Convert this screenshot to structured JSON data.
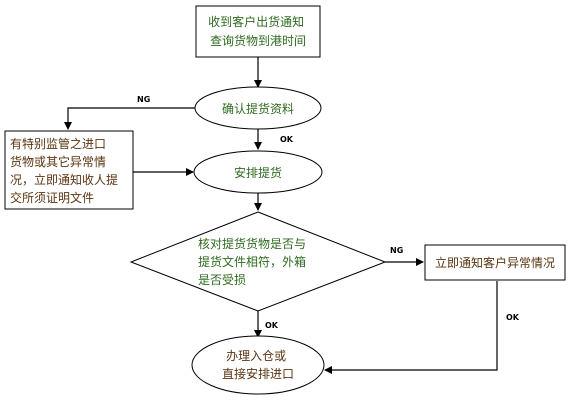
{
  "nodes": {
    "start": {
      "lines": [
        "收到客户出货通知",
        "查询货物到港时间"
      ]
    },
    "confirm_docs": {
      "lines": [
        "确认提货资料"
      ]
    },
    "arrange_pickup": {
      "lines": [
        "安排提货"
      ]
    },
    "special_regulation": {
      "lines": [
        "有特别监管之进口",
        "货物或其它异常情",
        "况，立即通知收人提",
        "交所须证明文件"
      ]
    },
    "check_decision": {
      "lines": [
        "核对提货货物是否与",
        "提货文件相符，外箱",
        "是否受损"
      ]
    },
    "notify_exception": {
      "lines": [
        "立即通知客户异常情况"
      ]
    },
    "warehouse": {
      "lines": [
        "办理入仓或",
        "直接安排进口"
      ]
    }
  },
  "edges": {
    "confirm_ng": "NG",
    "confirm_ok": "OK",
    "check_ng": "NG",
    "check_ok": "OK",
    "notify_ok": "OK"
  },
  "colors": {
    "fill": "#ffffff",
    "stroke": "#000000",
    "green_text": "#2e6b1f",
    "brown_text": "#5a3411"
  }
}
